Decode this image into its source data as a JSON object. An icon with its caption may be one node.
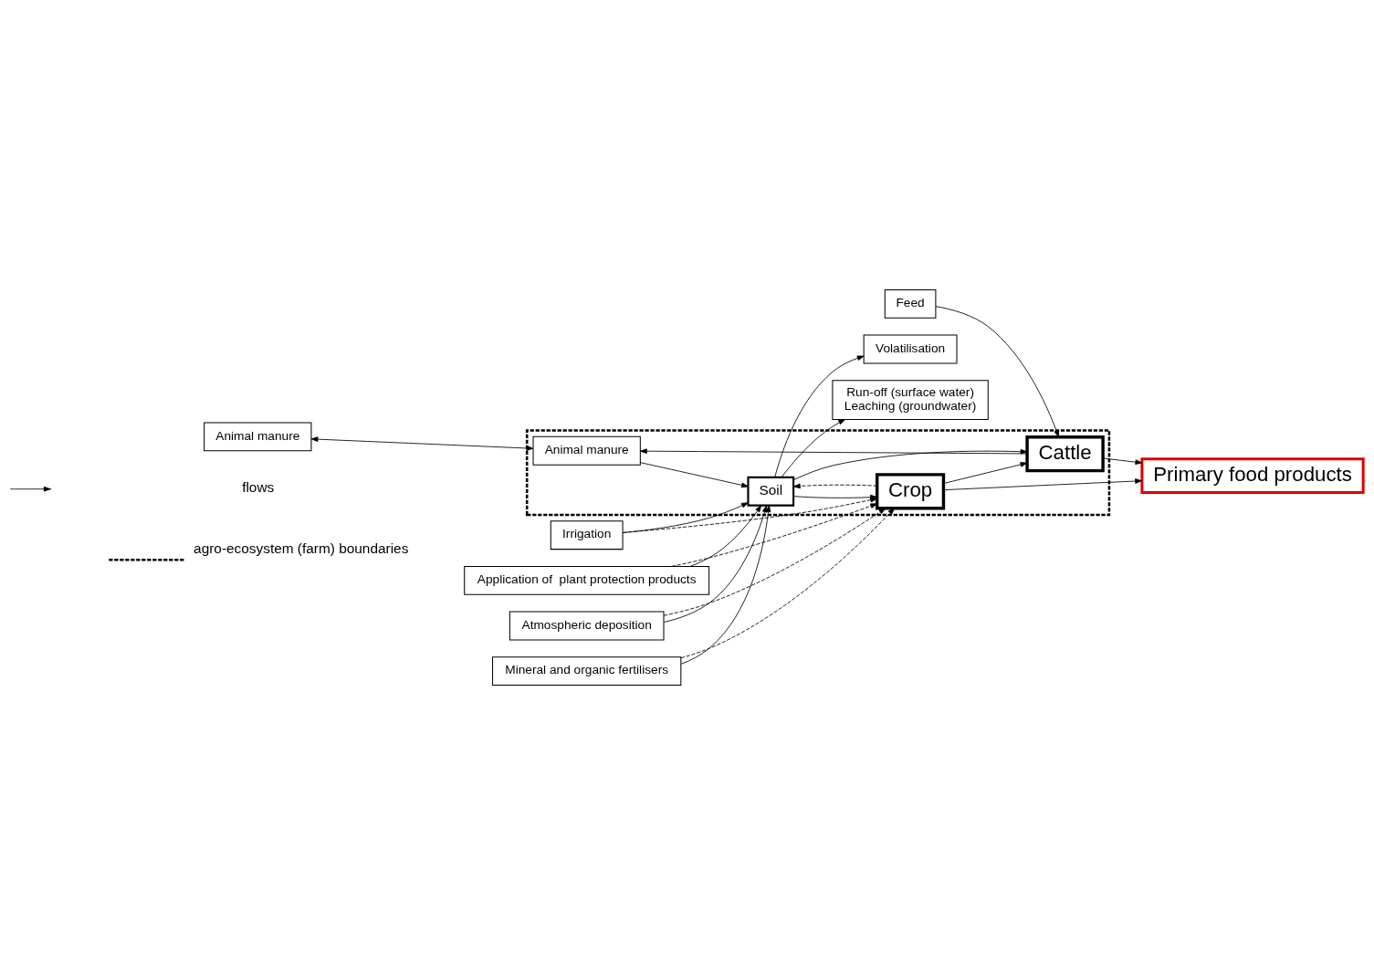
{
  "diagram": {
    "nodes": [
      {
        "text": [
          "Animal manure"
        ]
      },
      {
        "text": [
          "Feed"
        ]
      },
      {
        "text": [
          "Irrigation"
        ]
      },
      {
        "text": [
          "Application of  plant protection products"
        ]
      },
      {
        "text": [
          "Atmospheric deposition"
        ]
      },
      {
        "text": [
          "Mineral and organic fertilisers"
        ]
      },
      {
        "text": [],
        "shape": "box"
      },
      {
        "text": [
          "Animal manure"
        ],
        "in": 6
      },
      {
        "text": [
          "Cattle"
        ],
        "in": 6
      },
      {
        "text": [
          "Soil"
        ],
        "in": 6
      },
      {
        "text": [
          "Crop"
        ],
        "in": 6
      },
      {
        "text": [
          "Volatilisation"
        ]
      },
      {
        "text": [
          "Run-off (surface water)",
          "Leaching (groundwater)"
        ]
      },
      {
        "text": [
          "Primary food products"
        ]
      }
    ],
    "edges": [
      {
        "from": 0,
        "to": 7,
        "arrow": "both"
      },
      {
        "from": 1,
        "to": 8,
        "arrow": "to"
      },
      {
        "from": 2,
        "to": 9,
        "arrow": "to"
      },
      {
        "from": 3,
        "to": 9,
        "arrow": "to"
      },
      {
        "from": 4,
        "to": 9,
        "arrow": "to"
      },
      {
        "from": 5,
        "to": 9,
        "arrow": "to"
      },
      {
        "from": 2,
        "to": 10,
        "arrow": "to",
        "style": "dashed"
      },
      {
        "from": 3,
        "to": 10,
        "arrow": "to",
        "style": "dashed"
      },
      {
        "from": 4,
        "to": 10,
        "arrow": "to",
        "style": "dashed"
      },
      {
        "from": 5,
        "to": 10,
        "arrow": "to",
        "style": "dashed"
      },
      {
        "from": 8,
        "to": 7,
        "arrow": "to"
      },
      {
        "from": 7,
        "to": 9,
        "arrow": "to"
      },
      {
        "from": 9,
        "to": 8,
        "arrow": "to"
      },
      {
        "from": 9,
        "to": 10,
        "arrow": "to"
      },
      {
        "from": 10,
        "to": 9,
        "arrow": "to",
        "style": "dashed"
      },
      {
        "from": 10,
        "to": 8,
        "arrow": "to"
      },
      {
        "from": 9,
        "to": 11,
        "arrow": "to"
      },
      {
        "from": 9,
        "to": 12,
        "arrow": "to"
      },
      {
        "from": 10,
        "to": 13,
        "arrow": "to"
      },
      {
        "from": 8,
        "to": 13,
        "arrow": "to"
      }
    ],
    "legend": [
      {
        "text": "flows"
      },
      {
        "text": "agro-ecosystem (farm) boundaries"
      }
    ]
  }
}
